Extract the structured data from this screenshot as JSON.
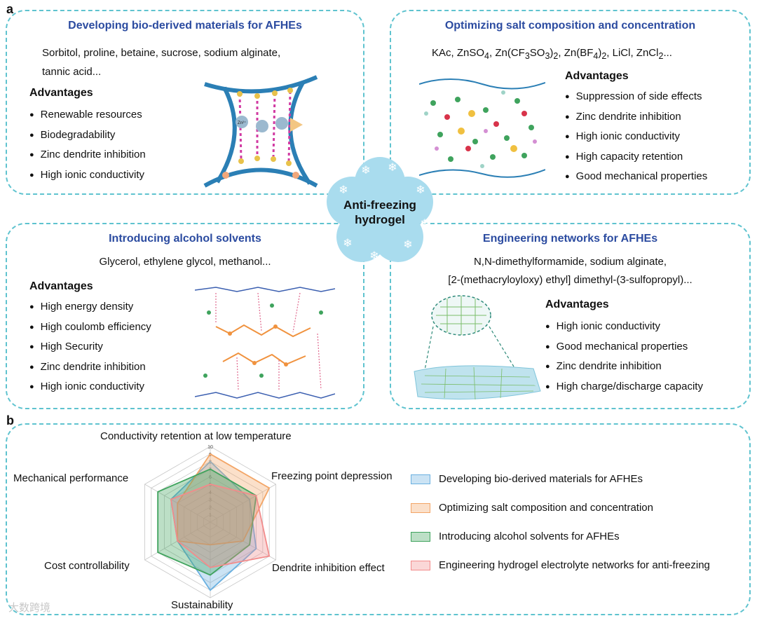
{
  "labels": {
    "a": "a",
    "b": "b"
  },
  "center": {
    "line1": "Anti-freezing",
    "line2": "hydrogel"
  },
  "panels": {
    "bio": {
      "title": "Developing bio-derived materials for AFHEs",
      "materials_line1": "Sorbitol, proline,  betaine, sucrose, sodium alginate,",
      "materials_line2": "tannic acid...",
      "adv_title": "Advantages",
      "advantages": [
        "Renewable resources",
        "Biodegradability",
        "Zinc dendrite inhibition",
        "High ionic conductivity"
      ],
      "ion_label": "Zn²⁺"
    },
    "salt": {
      "title": "Optimizing salt composition and concentration",
      "materials_html": "KAc, ZnSO<sub>4</sub>, Zn(CF<sub>3</sub>SO<sub>3</sub>)<sub>2</sub>, Zn(BF<sub>4</sub>)<sub>2</sub>, LiCl, ZnCl<sub>2</sub>...",
      "adv_title": "Advantages",
      "advantages": [
        "Suppression of side effects",
        "Zinc dendrite inhibition",
        "High ionic conductivity",
        "High capacity retention",
        "Good mechanical properties"
      ]
    },
    "alcohol": {
      "title": "Introducing alcohol solvents",
      "materials": "Glycerol, ethylene glycol, methanol...",
      "adv_title": "Advantages",
      "advantages": [
        "High energy density",
        "High coulomb efficiency",
        "High Security",
        "Zinc dendrite inhibition",
        "High ionic conductivity"
      ]
    },
    "network": {
      "title": "Engineering networks for AFHEs",
      "materials_line1": "N,N-dimethylformamide, sodium alginate,",
      "materials_line2": "[2-(methacryloyloxy) ethyl] dimethyl-(3-sulfopropyl)...",
      "adv_title": "Advantages",
      "advantages": [
        "High ionic conductivity",
        "Good mechanical properties",
        "Zinc dendrite inhibition",
        "High charge/discharge capacity"
      ]
    }
  },
  "chart_data": {
    "type": "radar",
    "axes": [
      "Conductivity retention at low temperature",
      "Freezing point depression",
      "Dendrite inhibition effect",
      "Sustainability",
      "Cost controllability",
      "Mechanical performance"
    ],
    "scale_ticks": [
      "1",
      "2",
      "3",
      "4",
      "5",
      "6",
      "7",
      "8",
      "9",
      "10"
    ],
    "rmax": 10,
    "series": [
      {
        "name": "Developing bio-derived materials for AFHEs",
        "values": [
          8,
          6,
          7,
          9,
          5,
          6
        ],
        "color": "#6ab0e0"
      },
      {
        "name": "Optimizing salt composition and concentration",
        "values": [
          9,
          9,
          5,
          3,
          5,
          5
        ],
        "color": "#f3a566"
      },
      {
        "name": "Introducing alcohol solvents for AFHEs",
        "values": [
          7,
          7,
          6,
          7,
          8,
          8
        ],
        "color": "#3fa35d"
      },
      {
        "name": "Engineering hydrogel electrolyte networks for anti-freezing",
        "values": [
          5,
          7,
          9,
          6,
          5,
          6
        ],
        "color": "#f28b8b"
      }
    ]
  },
  "watermark": "大数跨境"
}
